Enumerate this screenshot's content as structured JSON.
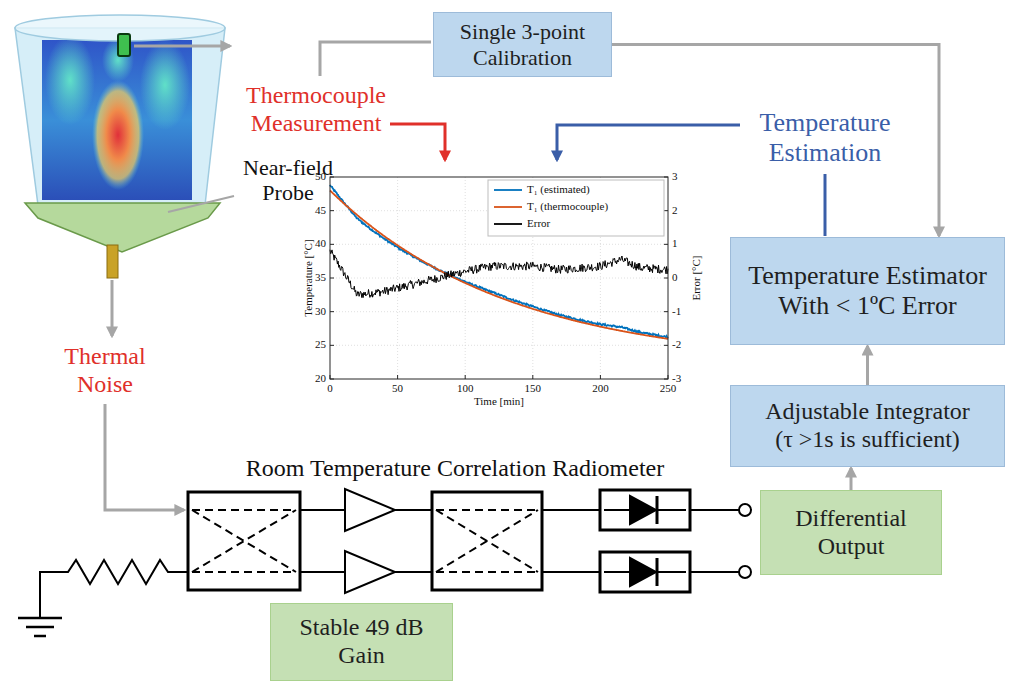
{
  "diagram": {
    "nodes": [
      {
        "text": [
          "Single 3-point Calibration"
        ]
      },
      {
        "text": [
          "Temperature Estimator With < 1ºC Error"
        ]
      },
      {
        "text": [
          "Adjustable Integrator (τ >1s is sufficient)"
        ]
      },
      {
        "text": [
          "Differential Output"
        ]
      },
      {
        "text": [
          "Stable 49 dB Gain"
        ]
      }
    ],
    "edges": [
      {
        "from": 0,
        "to": 1,
        "arrow": "to"
      },
      {
        "from": 2,
        "to": 1,
        "arrow": "to"
      },
      {
        "from": 3,
        "to": 2,
        "arrow": "to"
      }
    ],
    "labels": [
      "Thermocouple Measurement",
      "Near-field Probe",
      "Thermal Noise",
      "Temperature Estimation",
      "Room Temperature Correlation Radiometer",
      "Temperature [°C]",
      "Error [°C]",
      "Time [min]",
      "50",
      "45",
      "40",
      "35",
      "30",
      "25",
      "20",
      "3",
      "2",
      "1",
      "0",
      "-1",
      "-2",
      "-3",
      "0",
      "50",
      "100",
      "150",
      "200",
      "250"
    ],
    "legend": [
      {
        "text": "T₁ (estimated)"
      },
      {
        "text": "T₁ (thermocouple)"
      },
      {
        "text": "Error"
      }
    ]
  }
}
